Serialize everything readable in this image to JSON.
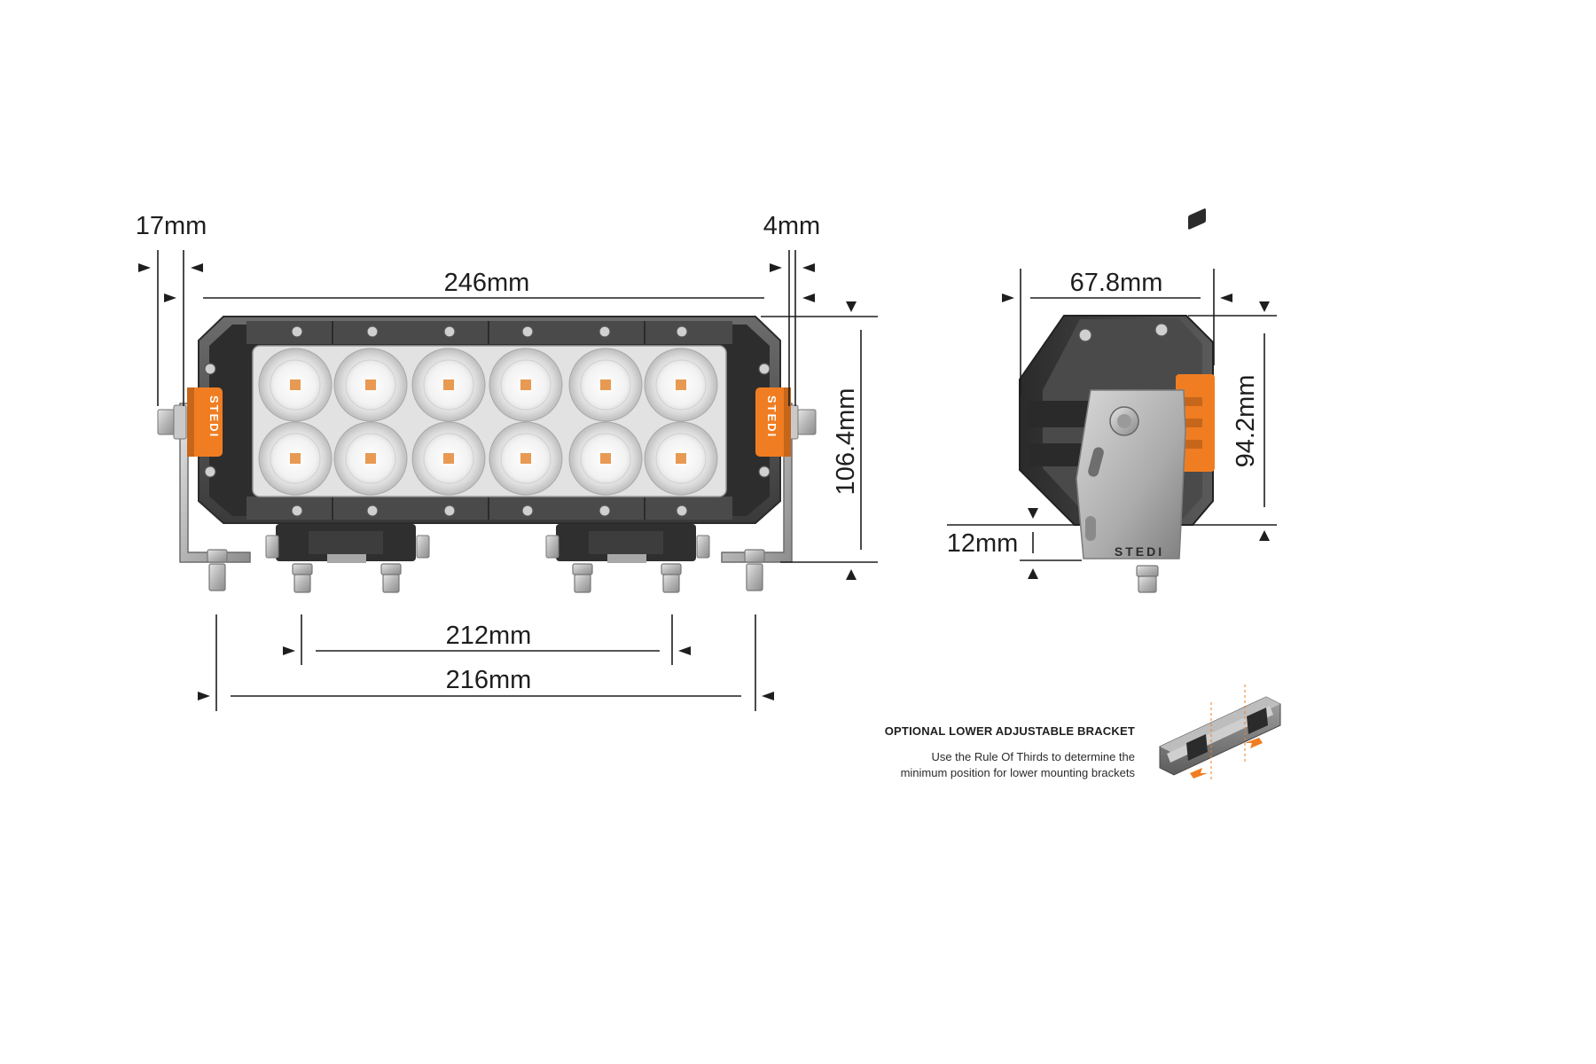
{
  "dimensions": {
    "left_bracket_offset": "17mm",
    "right_bracket_offset": "4mm",
    "overall_width": "246mm",
    "front_height": "106.4mm",
    "inner_mount_spacing": "212mm",
    "outer_mount_spacing": "216mm",
    "side_depth": "67.8mm",
    "side_height": "94.2mm",
    "bracket_drop": "12mm"
  },
  "brand": {
    "name": "STEDI",
    "accent_color": "#f07d22",
    "housing_color": "#2b2b2b"
  },
  "note": {
    "title": "OPTIONAL LOWER ADJUSTABLE BRACKET",
    "line1": "Use the Rule Of Thirds to determine the",
    "line2": "minimum position for lower mounting brackets"
  },
  "light_bar": {
    "led_rows": 2,
    "led_columns": 6
  }
}
